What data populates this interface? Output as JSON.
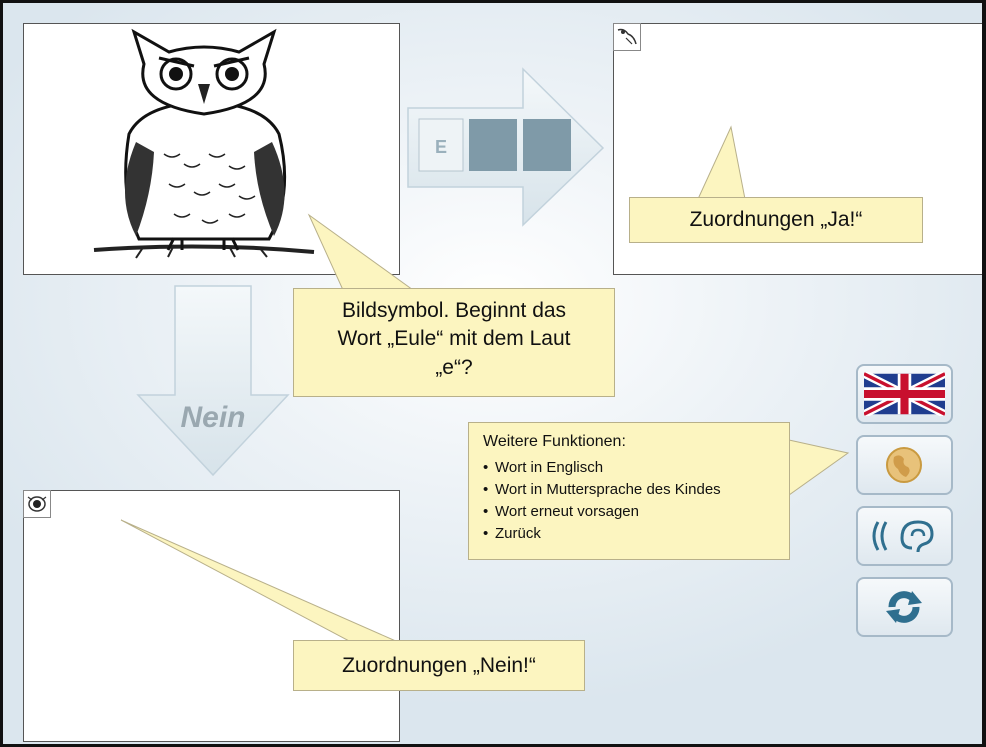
{
  "tiles": {
    "first_letter": "E"
  },
  "arrow_down": {
    "label": "Nein"
  },
  "callouts": {
    "symbol_line1": "Bildsymbol. Beginnt das",
    "symbol_line2": "Wort „Eule“ mit dem Laut",
    "symbol_line3": "„e“?",
    "ja": "Zuordnungen „Ja!“",
    "nein": "Zuordnungen „Nein!“"
  },
  "functions": {
    "title": "Weitere Funktionen:",
    "items": [
      "Wort in Englisch",
      "Wort in Muttersprache des Kindes",
      "Wort erneut vorsagen",
      "Zurück"
    ]
  },
  "side_buttons": [
    {
      "icon": "uk-flag-icon"
    },
    {
      "icon": "globe-icon"
    },
    {
      "icon": "ear-sound-icon"
    },
    {
      "icon": "refresh-icon"
    }
  ],
  "colors": {
    "callout_bg": "#fcf5c0",
    "tile_dark": "#7f9aa8",
    "arrow_fill": "#e6eef3",
    "button_border": "#a6b9c8"
  }
}
